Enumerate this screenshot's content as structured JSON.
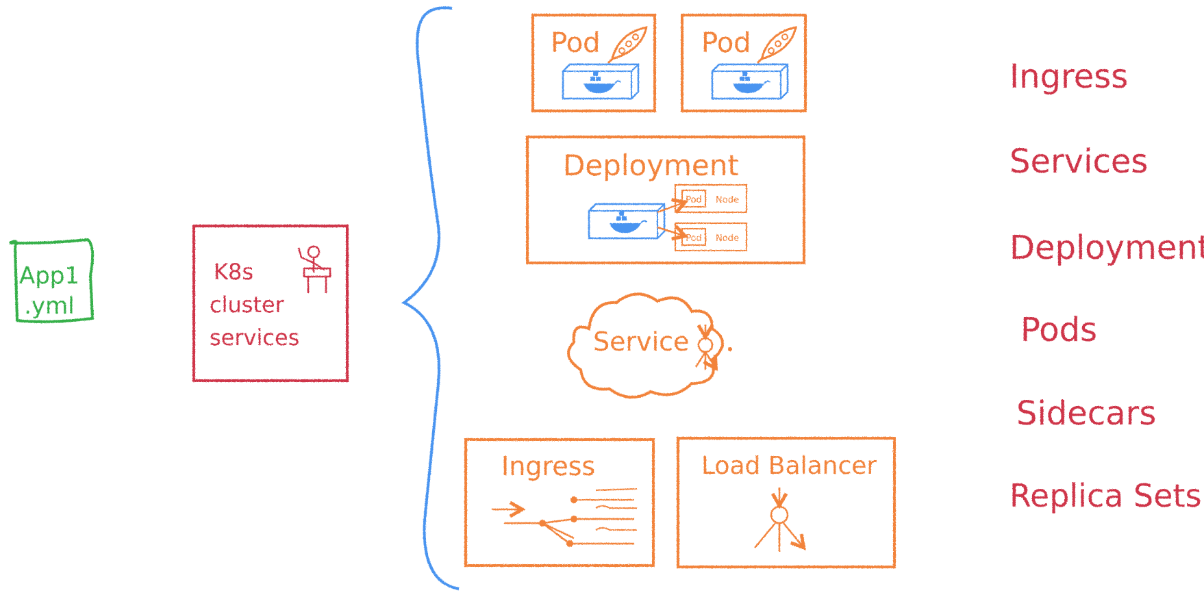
{
  "app_file": {
    "line1": "App1",
    "line2": ".yml"
  },
  "cluster": {
    "line1": "K8s",
    "line2": "cluster",
    "line3": "services"
  },
  "resources": {
    "pod_1": "Pod",
    "pod_2": "Pod",
    "deployment": "Deployment",
    "deployment_pod_label": "Pod",
    "deployment_node_label": "Node",
    "service": "Service",
    "ingress": "Ingress",
    "load_balancer": "Load Balancer"
  },
  "concepts": {
    "items": [
      "Ingress",
      "Services",
      "Deployments",
      "Pods",
      "Sidecars",
      "Replica Sets"
    ]
  },
  "colors": {
    "orange": "#f2833a",
    "red": "#cf3549",
    "green": "#34b04a",
    "blue": "#4a94f0"
  }
}
